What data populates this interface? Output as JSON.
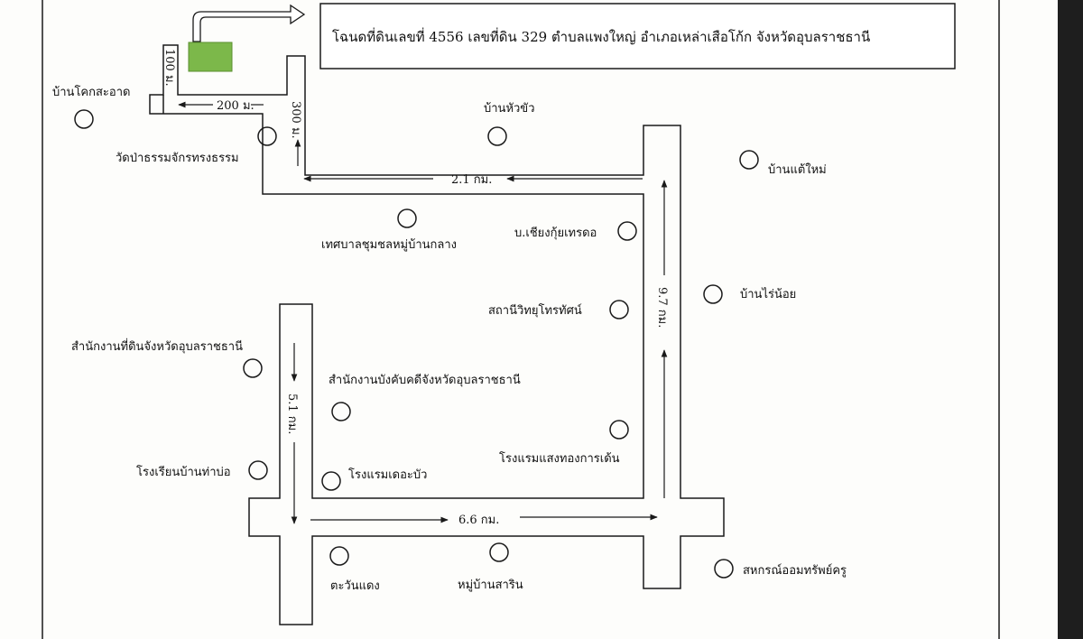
{
  "title": "โฉนดที่ดินเลขที่ 4556 เลขที่ดิน 329 ตำบลแพงใหญ่ อำเภอเหล่าเสือโก้ก จังหวัดอุบลราชธานี",
  "distances": {
    "d100": "100 ม.",
    "d200": "200 ม.",
    "d300": "300 ม.",
    "d21": "2.1 กม.",
    "d97": "9.7 กม.",
    "d51": "5.1 กม.",
    "d66": "6.6 กม."
  },
  "landmarks": {
    "ban_khok_sa_at": "บ้านโคกสะอาด",
    "wat_pa_thamma": "วัดป่าธรรมจักรทรงธรรม",
    "ban_hua_khua": "บ้านหัวขัว",
    "ban_tae_mai": "บ้านแต้ใหม่",
    "thetsaban": "เทศบาลชุมชลหมู่บ้านกลาง",
    "chiang_kui": "บ.เชียงกุ้ยเทรดอ",
    "ban_rai_noi": "บ้านไร่น้อย",
    "radio_station": "สถานีวิทยุโทรทัศน์",
    "land_office": "สำนักงานที่ดินจังหวัดอุบลราชธานี",
    "enforcement_office": "สำนักงานบังคับคดีจังหวัดอุบลราชธานี",
    "hotel_saengthong": "โรงแรมแสงทองการเด้น",
    "school_tha_bo": "โรงเรียนบ้านท่าบ่อ",
    "hotel_bua": "โรงแรมเดอะบัว",
    "tawan_daeng": "ตะวันแดง",
    "mu_ban_sarin": "หมู่บ้านสาริน",
    "cooperative": "สหกรณ์ออมทรัพย์ครู"
  },
  "colors": {
    "paper": "#fdfdfb",
    "ink": "#1a1a1a",
    "plot": "#7cb84a",
    "background": "#1e1e1e"
  }
}
